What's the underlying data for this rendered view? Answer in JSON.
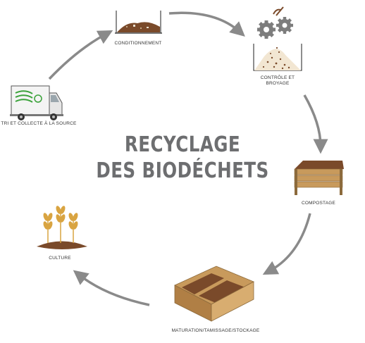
{
  "title": {
    "line1": "RECYCLAGE",
    "line2": "DES BIODÉCHETS"
  },
  "steps": {
    "conditionnement": "CONDITIONNEMENT",
    "controle_line1": "CONTRÔLE ET",
    "controle_line2": "BROYAGE",
    "compostage": "COMPOSTAGE",
    "maturation": "MATURATION/TAMISSAGE/STOCKAGE",
    "culture": "CULTURE",
    "tri": "TRI ET COLLECTE À LA SOURCE"
  },
  "colors": {
    "arrow": "#8a8a8a",
    "title": "#6d6e70",
    "wood": "#c89a5c",
    "wood_dark": "#8c6a3c",
    "soil": "#7a4a2a",
    "gear": "#7d7d7d",
    "wheat": "#d9a441",
    "truck_green": "#3aa23a"
  },
  "icons": [
    "bin-icon",
    "gears-icon",
    "compost-box-icon",
    "maturation-bin-icon",
    "wheat-icon",
    "truck-icon"
  ]
}
